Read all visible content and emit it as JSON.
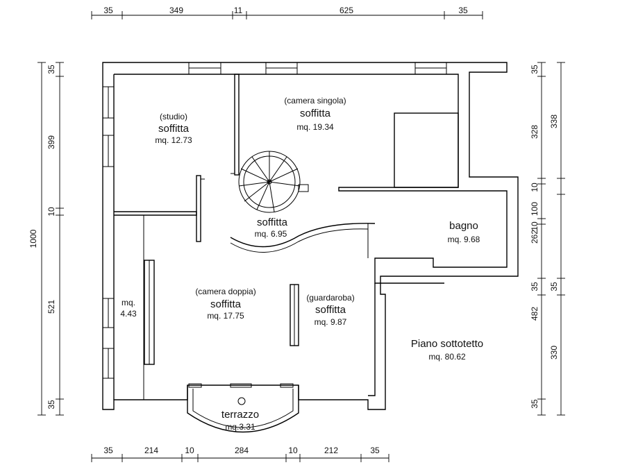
{
  "dims": {
    "top": [
      "35",
      "349",
      "11",
      "625",
      "35"
    ],
    "bottom": [
      "35",
      "214",
      "10",
      "284",
      "10",
      "212",
      "35"
    ],
    "left_total": "1000",
    "left": [
      "35",
      "399",
      "10",
      "521",
      "35"
    ],
    "right_inner": [
      "35",
      "328",
      "10",
      "100",
      "10",
      "262",
      "35",
      "482",
      "35"
    ],
    "right_outer": [
      "338",
      "35",
      "330"
    ]
  },
  "rooms": {
    "studio": {
      "name": "(studio)",
      "type": "soffitta",
      "area": "mq. 12.73"
    },
    "camera_singola": {
      "name": "(camera singola)",
      "type": "soffitta",
      "area": "mq. 19.34"
    },
    "disimpegno": {
      "type": "soffitta",
      "area": "mq.  6.95"
    },
    "bagno": {
      "type": "bagno",
      "area": "mq.  9.68"
    },
    "ripostiglio": {
      "area_label": "mq.",
      "area_value": "4.43"
    },
    "camera_doppia": {
      "name": "(camera doppia)",
      "type": "soffitta",
      "area": "mq. 17.75"
    },
    "guardaroba": {
      "name": "(guardaroba)",
      "type": "soffitta",
      "area": "mq.  9.87"
    },
    "terrazzo": {
      "type": "terrazzo",
      "area": "mq.3.31"
    }
  },
  "summary": {
    "title": "Piano sottotetto",
    "area": "mq. 80.62"
  }
}
